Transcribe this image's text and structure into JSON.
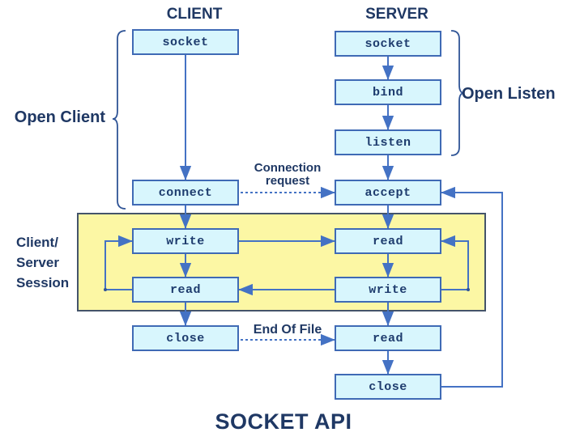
{
  "diagram": {
    "title": "SOCKET API",
    "columns": {
      "client": {
        "title": "CLIENT"
      },
      "server": {
        "title": "SERVER"
      }
    },
    "client_boxes": [
      {
        "label": "socket"
      },
      {
        "label": "connect"
      },
      {
        "label": "write"
      },
      {
        "label": "read"
      },
      {
        "label": "close"
      }
    ],
    "server_boxes": [
      {
        "label": "socket"
      },
      {
        "label": "bind"
      },
      {
        "label": "listen"
      },
      {
        "label": "accept"
      },
      {
        "label": "read"
      },
      {
        "label": "write"
      },
      {
        "label": "read"
      },
      {
        "label": "close"
      }
    ],
    "annotations": {
      "open_client": "Open Client",
      "open_listen": "Open Listen",
      "session_line1": "Client/",
      "session_line2": "Server",
      "session_line3": "Session",
      "connection_request_line1": "Connection",
      "connection_request_line2": "request",
      "end_of_file": "End Of File"
    },
    "colors": {
      "box_fill": "#D8F6FD",
      "box_border": "#3F6AB5",
      "arrow": "#4472C4",
      "brace": "#2F5496",
      "session_fill": "#FCF7A4",
      "session_border": "#44546A",
      "label_text": "#1F3864",
      "box_text": "#1E3C6E",
      "background": "#FFFFFF"
    }
  }
}
